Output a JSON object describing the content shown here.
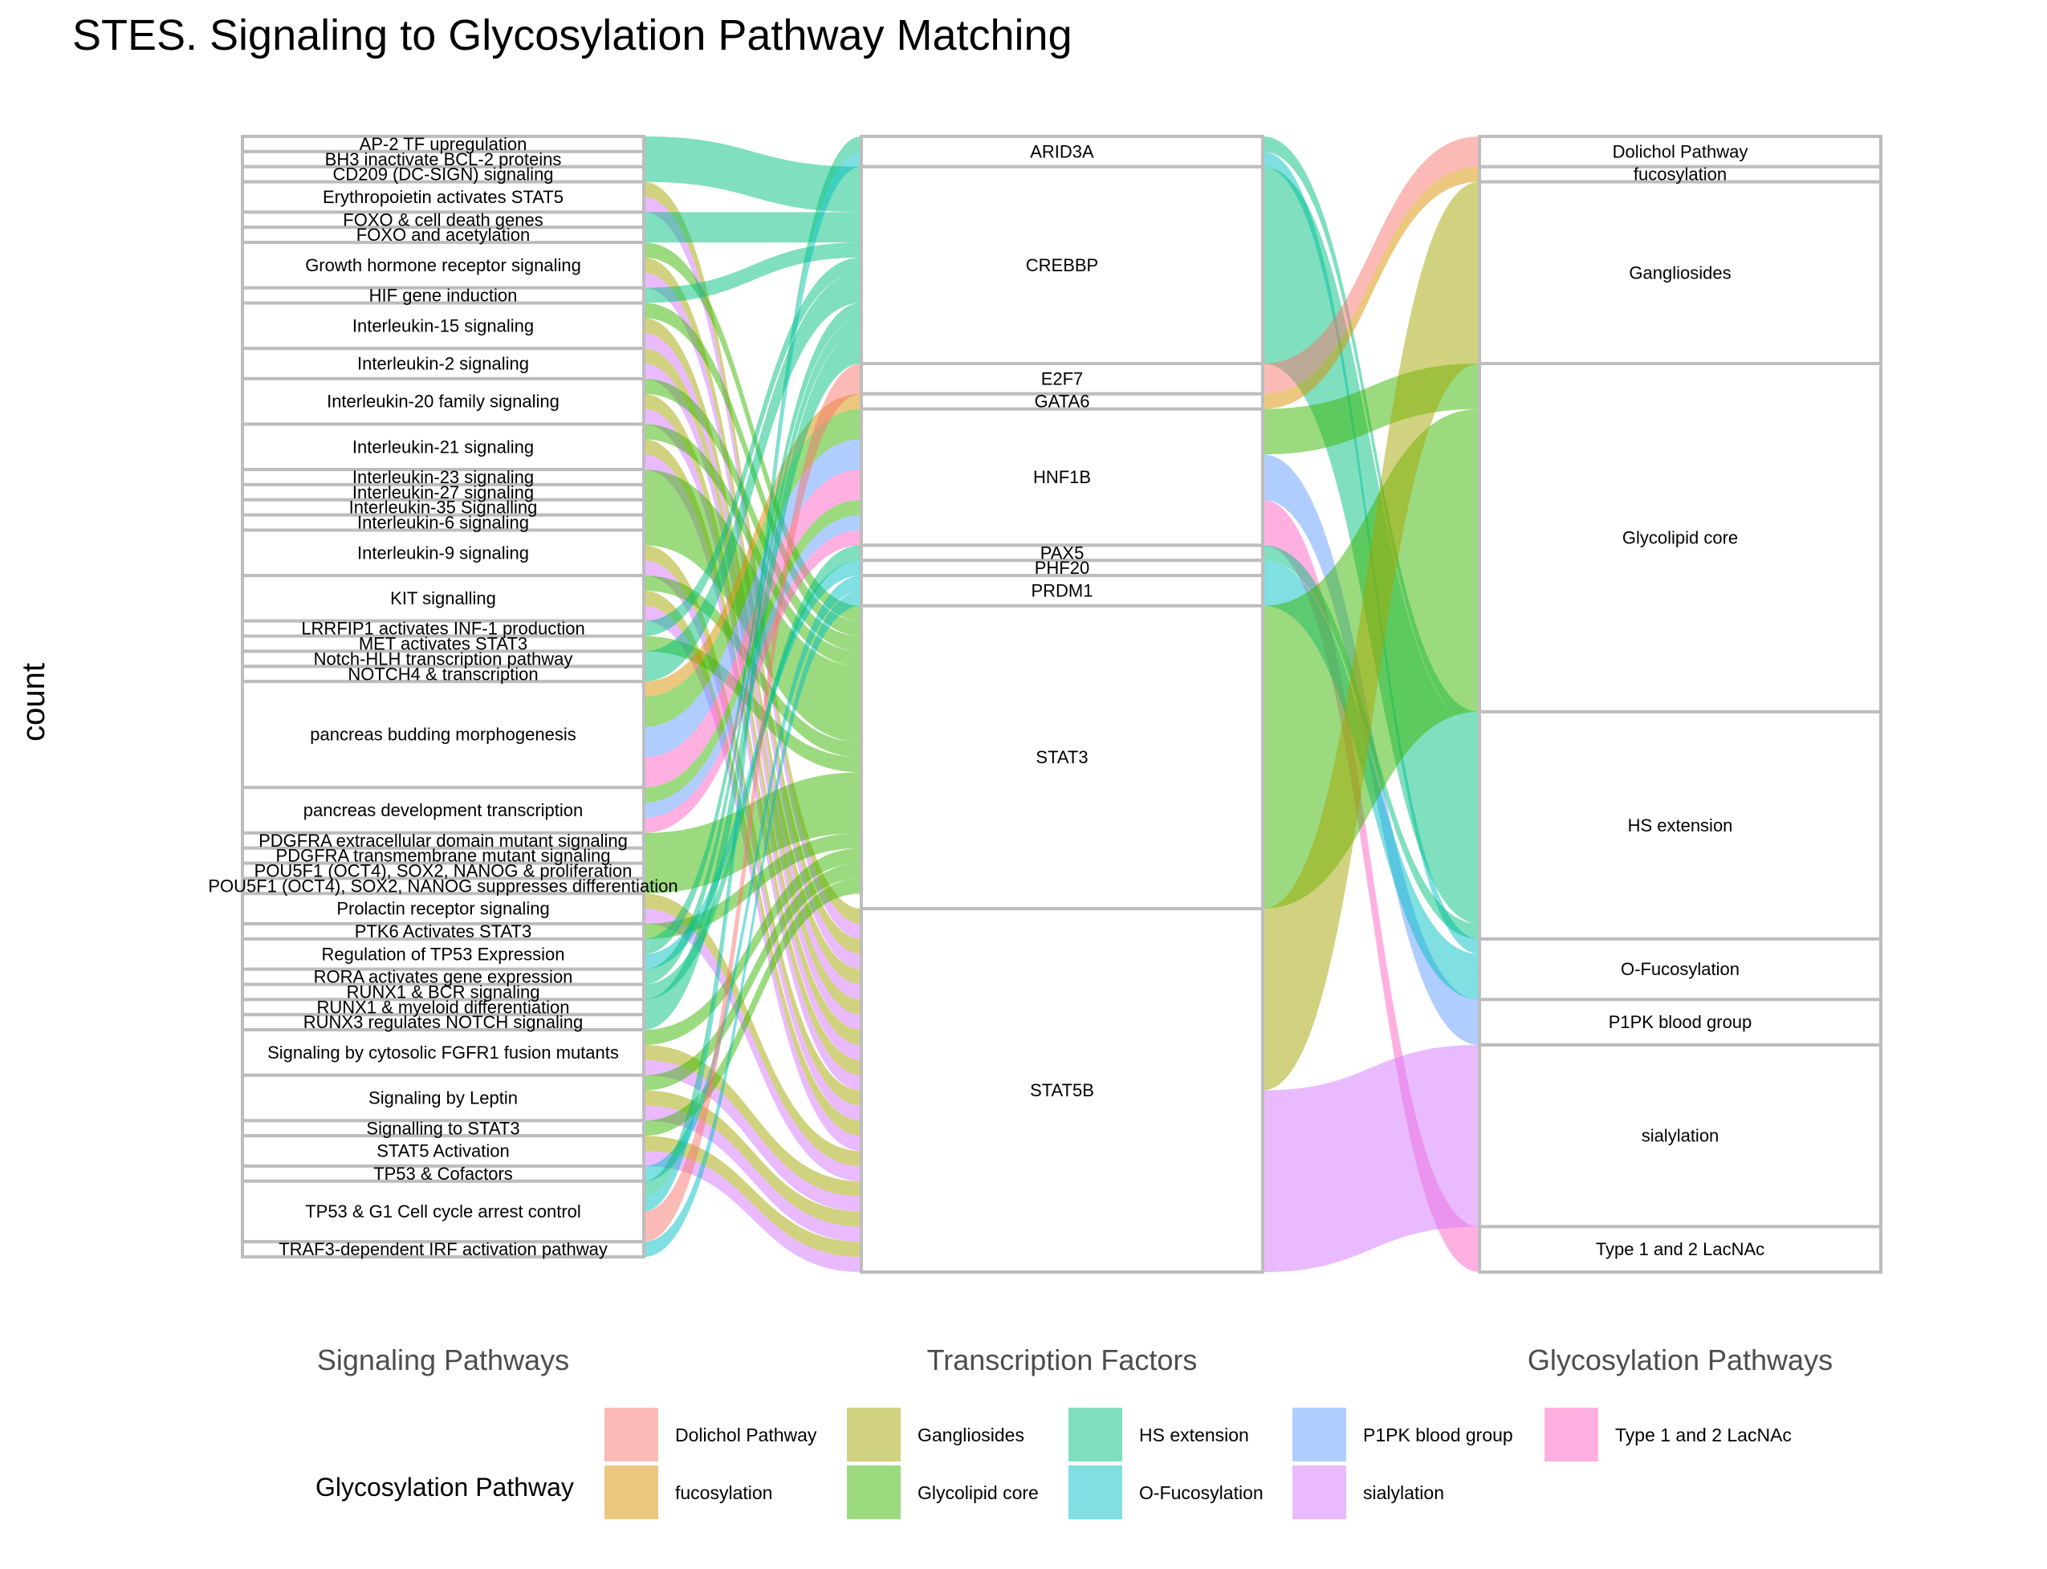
{
  "chart_data": {
    "type": "alluvial",
    "title": "STES. Signaling to Glycosylation Pathway Matching",
    "ylabel": "count",
    "axes": [
      "Signaling Pathways",
      "Transcription Factors",
      "Glycosylation Pathways"
    ],
    "legend": {
      "title": "Glycosylation Pathway",
      "placement": "bottom",
      "entries": [
        {
          "name": "Dolichol Pathway",
          "color": "#F8766D"
        },
        {
          "name": "fucosylation",
          "color": "#D89000"
        },
        {
          "name": "Gangliosides",
          "color": "#A3A500"
        },
        {
          "name": "Glycolipid core",
          "color": "#39B600"
        },
        {
          "name": "HS extension",
          "color": "#00BF7D"
        },
        {
          "name": "O-Fucosylation",
          "color": "#00BFC4"
        },
        {
          "name": "P1PK blood group",
          "color": "#619CFF"
        },
        {
          "name": "sialylation",
          "color": "#D575FE"
        },
        {
          "name": "Type 1 and 2 LacNAc",
          "color": "#FF61C3"
        }
      ]
    },
    "signaling_pathways": [
      {
        "name": "AP-2 TF upregulation",
        "count": 1
      },
      {
        "name": "BH3 inactivate BCL-2 proteins",
        "count": 1
      },
      {
        "name": "CD209 (DC-SIGN) signaling",
        "count": 1
      },
      {
        "name": "Erythropoietin activates STAT5",
        "count": 2
      },
      {
        "name": "FOXO & cell death genes",
        "count": 1
      },
      {
        "name": "FOXO and acetylation",
        "count": 1
      },
      {
        "name": "Growth hormone receptor signaling",
        "count": 3
      },
      {
        "name": "HIF gene induction",
        "count": 1
      },
      {
        "name": "Interleukin-15 signaling",
        "count": 3
      },
      {
        "name": "Interleukin-2 signaling",
        "count": 2
      },
      {
        "name": "Interleukin-20 family signaling",
        "count": 3
      },
      {
        "name": "Interleukin-21 signaling",
        "count": 3
      },
      {
        "name": "Interleukin-23 signaling",
        "count": 1
      },
      {
        "name": "Interleukin-27 signaling",
        "count": 1
      },
      {
        "name": "Interleukin-35 Signalling",
        "count": 1
      },
      {
        "name": "Interleukin-6 signaling",
        "count": 1
      },
      {
        "name": "Interleukin-9 signaling",
        "count": 3
      },
      {
        "name": "KIT signalling",
        "count": 3
      },
      {
        "name": "LRRFIP1 activates INF-1 production",
        "count": 1
      },
      {
        "name": "MET activates STAT3",
        "count": 1
      },
      {
        "name": "Notch-HLH transcription pathway",
        "count": 1
      },
      {
        "name": "NOTCH4 & transcription",
        "count": 1
      },
      {
        "name": "pancreas budding morphogenesis",
        "count": 7
      },
      {
        "name": "pancreas development transcription",
        "count": 3
      },
      {
        "name": "PDGFRA extracellular domain mutant signaling",
        "count": 1
      },
      {
        "name": "PDGFRA transmembrane mutant signaling",
        "count": 1
      },
      {
        "name": "POU5F1 (OCT4), SOX2, NANOG & proliferation",
        "count": 1
      },
      {
        "name": "POU5F1 (OCT4), SOX2, NANOG suppresses differentiation",
        "count": 1
      },
      {
        "name": "Prolactin receptor signaling",
        "count": 2
      },
      {
        "name": "PTK6 Activates STAT3",
        "count": 1
      },
      {
        "name": "Regulation of TP53 Expression",
        "count": 2
      },
      {
        "name": "RORA activates gene expression",
        "count": 1
      },
      {
        "name": "RUNX1 & BCR signaling",
        "count": 1
      },
      {
        "name": "RUNX1 & myeloid differentiation",
        "count": 1
      },
      {
        "name": "RUNX3 regulates NOTCH signaling",
        "count": 1
      },
      {
        "name": "Signaling by cytosolic FGFR1 fusion mutants",
        "count": 3
      },
      {
        "name": "Signaling by Leptin",
        "count": 3
      },
      {
        "name": "Signalling to STAT3",
        "count": 1
      },
      {
        "name": "STAT5 Activation",
        "count": 2
      },
      {
        "name": "TP53 & Cofactors",
        "count": 1
      },
      {
        "name": "TP53 & G1 Cell cycle arrest control",
        "count": 4
      },
      {
        "name": "TRAF3-dependent IRF activation pathway",
        "count": 1
      }
    ],
    "transcription_factors": [
      {
        "name": "ARID3A",
        "count": 2
      },
      {
        "name": "CREBBP",
        "count": 13
      },
      {
        "name": "E2F7",
        "count": 2
      },
      {
        "name": "GATA6",
        "count": 1
      },
      {
        "name": "HNF1B",
        "count": 9
      },
      {
        "name": "PAX5",
        "count": 1
      },
      {
        "name": "PHF20",
        "count": 1
      },
      {
        "name": "PRDM1",
        "count": 2
      },
      {
        "name": "STAT3",
        "count": 20
      },
      {
        "name": "STAT5B",
        "count": 24
      }
    ],
    "glycosylation_pathways": [
      {
        "name": "Dolichol Pathway",
        "count": 2
      },
      {
        "name": "fucosylation",
        "count": 1
      },
      {
        "name": "Gangliosides",
        "count": 12
      },
      {
        "name": "Glycolipid core",
        "count": 23
      },
      {
        "name": "HS extension",
        "count": 15
      },
      {
        "name": "O-Fucosylation",
        "count": 4
      },
      {
        "name": "P1PK blood group",
        "count": 3
      },
      {
        "name": "sialylation",
        "count": 12
      },
      {
        "name": "Type 1 and 2 LacNAc",
        "count": 3
      }
    ],
    "flows_tf_to_glyco": [
      {
        "tf": "ARID3A",
        "glyco": "HS extension",
        "value": 1
      },
      {
        "tf": "ARID3A",
        "glyco": "O-Fucosylation",
        "value": 1
      },
      {
        "tf": "CREBBP",
        "glyco": "HS extension",
        "value": 13
      },
      {
        "tf": "E2F7",
        "glyco": "Dolichol Pathway",
        "value": 2
      },
      {
        "tf": "GATA6",
        "glyco": "fucosylation",
        "value": 1
      },
      {
        "tf": "HNF1B",
        "glyco": "Glycolipid core",
        "value": 3
      },
      {
        "tf": "HNF1B",
        "glyco": "P1PK blood group",
        "value": 3
      },
      {
        "tf": "HNF1B",
        "glyco": "Type 1 and 2 LacNAc",
        "value": 3
      },
      {
        "tf": "PAX5",
        "glyco": "HS extension",
        "value": 1
      },
      {
        "tf": "PHF20",
        "glyco": "O-Fucosylation",
        "value": 1
      },
      {
        "tf": "PRDM1",
        "glyco": "O-Fucosylation",
        "value": 2
      },
      {
        "tf": "STAT3",
        "glyco": "Glycolipid core",
        "value": 20
      },
      {
        "tf": "STAT5B",
        "glyco": "Gangliosides",
        "value": 12
      },
      {
        "tf": "STAT5B",
        "glyco": "sialylation",
        "value": 12
      }
    ],
    "flows_sig_to_tf": [
      {
        "sig": "AP-2 TF upregulation",
        "tf": "CREBBP",
        "glyco": "HS extension",
        "value": 1
      },
      {
        "sig": "BH3 inactivate BCL-2 proteins",
        "tf": "CREBBP",
        "glyco": "HS extension",
        "value": 1
      },
      {
        "sig": "CD209 (DC-SIGN) signaling",
        "tf": "CREBBP",
        "glyco": "HS extension",
        "value": 1
      },
      {
        "sig": "Erythropoietin activates STAT5",
        "tf": "STAT5B",
        "glyco": "Gangliosides",
        "value": 1
      },
      {
        "sig": "Erythropoietin activates STAT5",
        "tf": "STAT5B",
        "glyco": "sialylation",
        "value": 1
      },
      {
        "sig": "FOXO & cell death genes",
        "tf": "CREBBP",
        "glyco": "HS extension",
        "value": 1
      },
      {
        "sig": "FOXO and acetylation",
        "tf": "CREBBP",
        "glyco": "HS extension",
        "value": 1
      },
      {
        "sig": "Growth hormone receptor signaling",
        "tf": "STAT5B",
        "glyco": "Gangliosides",
        "value": 1
      },
      {
        "sig": "Growth hormone receptor signaling",
        "tf": "STAT3",
        "glyco": "Glycolipid core",
        "value": 1
      },
      {
        "sig": "Growth hormone receptor signaling",
        "tf": "STAT5B",
        "glyco": "sialylation",
        "value": 1
      },
      {
        "sig": "HIF gene induction",
        "tf": "CREBBP",
        "glyco": "HS extension",
        "value": 1
      },
      {
        "sig": "Interleukin-15 signaling",
        "tf": "STAT5B",
        "glyco": "Gangliosides",
        "value": 1
      },
      {
        "sig": "Interleukin-15 signaling",
        "tf": "STAT3",
        "glyco": "Glycolipid core",
        "value": 1
      },
      {
        "sig": "Interleukin-15 signaling",
        "tf": "STAT5B",
        "glyco": "sialylation",
        "value": 1
      },
      {
        "sig": "Interleukin-2 signaling",
        "tf": "STAT5B",
        "glyco": "Gangliosides",
        "value": 1
      },
      {
        "sig": "Interleukin-2 signaling",
        "tf": "STAT5B",
        "glyco": "sialylation",
        "value": 1
      },
      {
        "sig": "Interleukin-20 family signaling",
        "tf": "STAT5B",
        "glyco": "Gangliosides",
        "value": 1
      },
      {
        "sig": "Interleukin-20 family signaling",
        "tf": "STAT3",
        "glyco": "Glycolipid core",
        "value": 1
      },
      {
        "sig": "Interleukin-20 family signaling",
        "tf": "STAT5B",
        "glyco": "sialylation",
        "value": 1
      },
      {
        "sig": "Interleukin-21 signaling",
        "tf": "STAT5B",
        "glyco": "Gangliosides",
        "value": 1
      },
      {
        "sig": "Interleukin-21 signaling",
        "tf": "STAT3",
        "glyco": "Glycolipid core",
        "value": 1
      },
      {
        "sig": "Interleukin-21 signaling",
        "tf": "STAT5B",
        "glyco": "sialylation",
        "value": 1
      },
      {
        "sig": "Interleukin-23 signaling",
        "tf": "STAT3",
        "glyco": "Glycolipid core",
        "value": 1
      },
      {
        "sig": "Interleukin-27 signaling",
        "tf": "STAT3",
        "glyco": "Glycolipid core",
        "value": 1
      },
      {
        "sig": "Interleukin-35 Signalling",
        "tf": "STAT3",
        "glyco": "Glycolipid core",
        "value": 1
      },
      {
        "sig": "Interleukin-6 signaling",
        "tf": "STAT3",
        "glyco": "Glycolipid core",
        "value": 1
      },
      {
        "sig": "Interleukin-9 signaling",
        "tf": "STAT5B",
        "glyco": "Gangliosides",
        "value": 1
      },
      {
        "sig": "Interleukin-9 signaling",
        "tf": "STAT3",
        "glyco": "Glycolipid core",
        "value": 1
      },
      {
        "sig": "Interleukin-9 signaling",
        "tf": "STAT5B",
        "glyco": "sialylation",
        "value": 1
      },
      {
        "sig": "KIT signalling",
        "tf": "STAT5B",
        "glyco": "Gangliosides",
        "value": 1
      },
      {
        "sig": "KIT signalling",
        "tf": "STAT3",
        "glyco": "Glycolipid core",
        "value": 1
      },
      {
        "sig": "KIT signalling",
        "tf": "STAT5B",
        "glyco": "sialylation",
        "value": 1
      },
      {
        "sig": "LRRFIP1 activates INF-1 production",
        "tf": "CREBBP",
        "glyco": "HS extension",
        "value": 1
      },
      {
        "sig": "MET activates STAT3",
        "tf": "STAT3",
        "glyco": "Glycolipid core",
        "value": 1
      },
      {
        "sig": "Notch-HLH transcription pathway",
        "tf": "CREBBP",
        "glyco": "HS extension",
        "value": 1
      },
      {
        "sig": "NOTCH4 & transcription",
        "tf": "CREBBP",
        "glyco": "HS extension",
        "value": 1
      },
      {
        "sig": "pancreas budding morphogenesis",
        "tf": "GATA6",
        "glyco": "fucosylation",
        "value": 1
      },
      {
        "sig": "pancreas budding morphogenesis",
        "tf": "HNF1B",
        "glyco": "Glycolipid core",
        "value": 2
      },
      {
        "sig": "pancreas budding morphogenesis",
        "tf": "HNF1B",
        "glyco": "P1PK blood group",
        "value": 2
      },
      {
        "sig": "pancreas budding morphogenesis",
        "tf": "HNF1B",
        "glyco": "Type 1 and 2 LacNAc",
        "value": 2
      },
      {
        "sig": "pancreas development transcription",
        "tf": "HNF1B",
        "glyco": "Glycolipid core",
        "value": 1
      },
      {
        "sig": "pancreas development transcription",
        "tf": "HNF1B",
        "glyco": "P1PK blood group",
        "value": 1
      },
      {
        "sig": "pancreas development transcription",
        "tf": "HNF1B",
        "glyco": "Type 1 and 2 LacNAc",
        "value": 1
      },
      {
        "sig": "PDGFRA extracellular domain mutant signaling",
        "tf": "STAT3",
        "glyco": "Glycolipid core",
        "value": 1
      },
      {
        "sig": "PDGFRA transmembrane mutant signaling",
        "tf": "STAT3",
        "glyco": "Glycolipid core",
        "value": 1
      },
      {
        "sig": "POU5F1 (OCT4), SOX2, NANOG & proliferation",
        "tf": "STAT3",
        "glyco": "Glycolipid core",
        "value": 1
      },
      {
        "sig": "POU5F1 (OCT4), SOX2, NANOG suppresses differentiation",
        "tf": "STAT3",
        "glyco": "Glycolipid core",
        "value": 1
      },
      {
        "sig": "Prolactin receptor signaling",
        "tf": "STAT5B",
        "glyco": "Gangliosides",
        "value": 1
      },
      {
        "sig": "Prolactin receptor signaling",
        "tf": "STAT5B",
        "glyco": "sialylation",
        "value": 1
      },
      {
        "sig": "PTK6 Activates STAT3",
        "tf": "STAT3",
        "glyco": "Glycolipid core",
        "value": 1
      },
      {
        "sig": "Regulation of TP53 Expression",
        "tf": "CREBBP",
        "glyco": "HS extension",
        "value": 1
      },
      {
        "sig": "Regulation of TP53 Expression",
        "tf": "PHF20",
        "glyco": "O-Fucosylation",
        "value": 1
      },
      {
        "sig": "RORA activates gene expression",
        "tf": "CREBBP",
        "glyco": "HS extension",
        "value": 1
      },
      {
        "sig": "RUNX1 & BCR signaling",
        "tf": "PAX5",
        "glyco": "HS extension",
        "value": 1
      },
      {
        "sig": "RUNX1 & myeloid differentiation",
        "tf": "CREBBP",
        "glyco": "HS extension",
        "value": 1
      },
      {
        "sig": "RUNX3 regulates NOTCH signaling",
        "tf": "CREBBP",
        "glyco": "HS extension",
        "value": 1
      },
      {
        "sig": "Signaling by cytosolic FGFR1 fusion mutants",
        "tf": "STAT5B",
        "glyco": "Gangliosides",
        "value": 1
      },
      {
        "sig": "Signaling by cytosolic FGFR1 fusion mutants",
        "tf": "STAT3",
        "glyco": "Glycolipid core",
        "value": 1
      },
      {
        "sig": "Signaling by cytosolic FGFR1 fusion mutants",
        "tf": "STAT5B",
        "glyco": "sialylation",
        "value": 1
      },
      {
        "sig": "Signaling by Leptin",
        "tf": "STAT5B",
        "glyco": "Gangliosides",
        "value": 1
      },
      {
        "sig": "Signaling by Leptin",
        "tf": "STAT3",
        "glyco": "Glycolipid core",
        "value": 1
      },
      {
        "sig": "Signaling by Leptin",
        "tf": "STAT5B",
        "glyco": "sialylation",
        "value": 1
      },
      {
        "sig": "Signalling to STAT3",
        "tf": "STAT3",
        "glyco": "Glycolipid core",
        "value": 1
      },
      {
        "sig": "STAT5 Activation",
        "tf": "STAT5B",
        "glyco": "Gangliosides",
        "value": 1
      },
      {
        "sig": "STAT5 Activation",
        "tf": "STAT5B",
        "glyco": "sialylation",
        "value": 1
      },
      {
        "sig": "TP53 & Cofactors",
        "tf": "PRDM1",
        "glyco": "O-Fucosylation",
        "value": 1
      },
      {
        "sig": "TP53 & G1 Cell cycle arrest control",
        "tf": "ARID3A",
        "glyco": "HS extension",
        "value": 1
      },
      {
        "sig": "TP53 & G1 Cell cycle arrest control",
        "tf": "ARID3A",
        "glyco": "O-Fucosylation",
        "value": 1
      },
      {
        "sig": "TP53 & G1 Cell cycle arrest control",
        "tf": "E2F7",
        "glyco": "Dolichol Pathway",
        "value": 2
      },
      {
        "sig": "TRAF3-dependent IRF activation pathway",
        "tf": "PRDM1",
        "glyco": "O-Fucosylation",
        "value": 1
      }
    ]
  }
}
